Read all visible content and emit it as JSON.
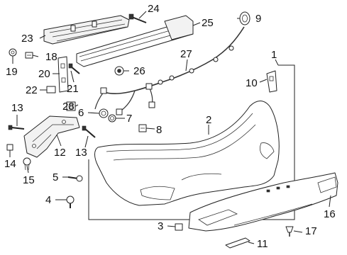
{
  "callouts": {
    "c1": "1",
    "c2": "2",
    "c3": "3",
    "c4": "4",
    "c5": "5",
    "c6": "6",
    "c7": "7",
    "c8": "8",
    "c9": "9",
    "c10": "10",
    "c11": "11",
    "c12": "12",
    "c13a": "13",
    "c13b": "13",
    "c14": "14",
    "c15": "15",
    "c16": "16",
    "c17": "17",
    "c18": "18",
    "c19": "19",
    "c20": "20",
    "c21": "21",
    "c22": "22",
    "c23": "23",
    "c24": "24",
    "c25": "25",
    "c26": "26",
    "c27": "27",
    "c28": "28"
  }
}
